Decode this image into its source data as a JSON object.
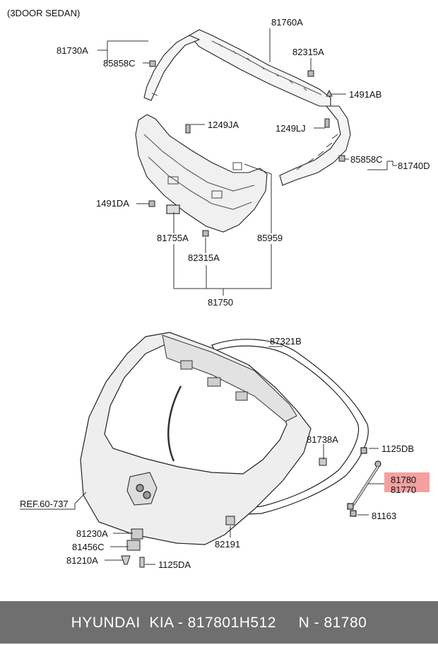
{
  "header": {
    "variant": "(3DOOR SEDAN)"
  },
  "labels": {
    "p81760A": "81760A",
    "p81730A": "81730A",
    "p85858C_top": "85858C",
    "p82315A_top": "82315A",
    "p1491AB": "1491AB",
    "p1249JA": "1249JA",
    "p1249LJ": "1249LJ",
    "p85858C_right": "85858C",
    "p81740D": "81740D",
    "p1491DA": "1491DA",
    "p81755A": "81755A",
    "p85959": "85959",
    "p82315A_mid": "82315A",
    "p81750": "81750",
    "p87321B": "87321B",
    "p81738A": "81738A",
    "p1125DB": "1125DB",
    "p81780": "81780",
    "p81770": "81770",
    "ref": "REF.60-737",
    "p81163": "81163",
    "p81230A": "81230A",
    "p81456C": "81456C",
    "p81210A": "81210A",
    "p1125DA": "1125DA",
    "p82191": "82191"
  },
  "highlight_color": "#f4a0a0",
  "footer": {
    "text": "HYUNDAI  KIA - 817801H512     N - 81780"
  }
}
